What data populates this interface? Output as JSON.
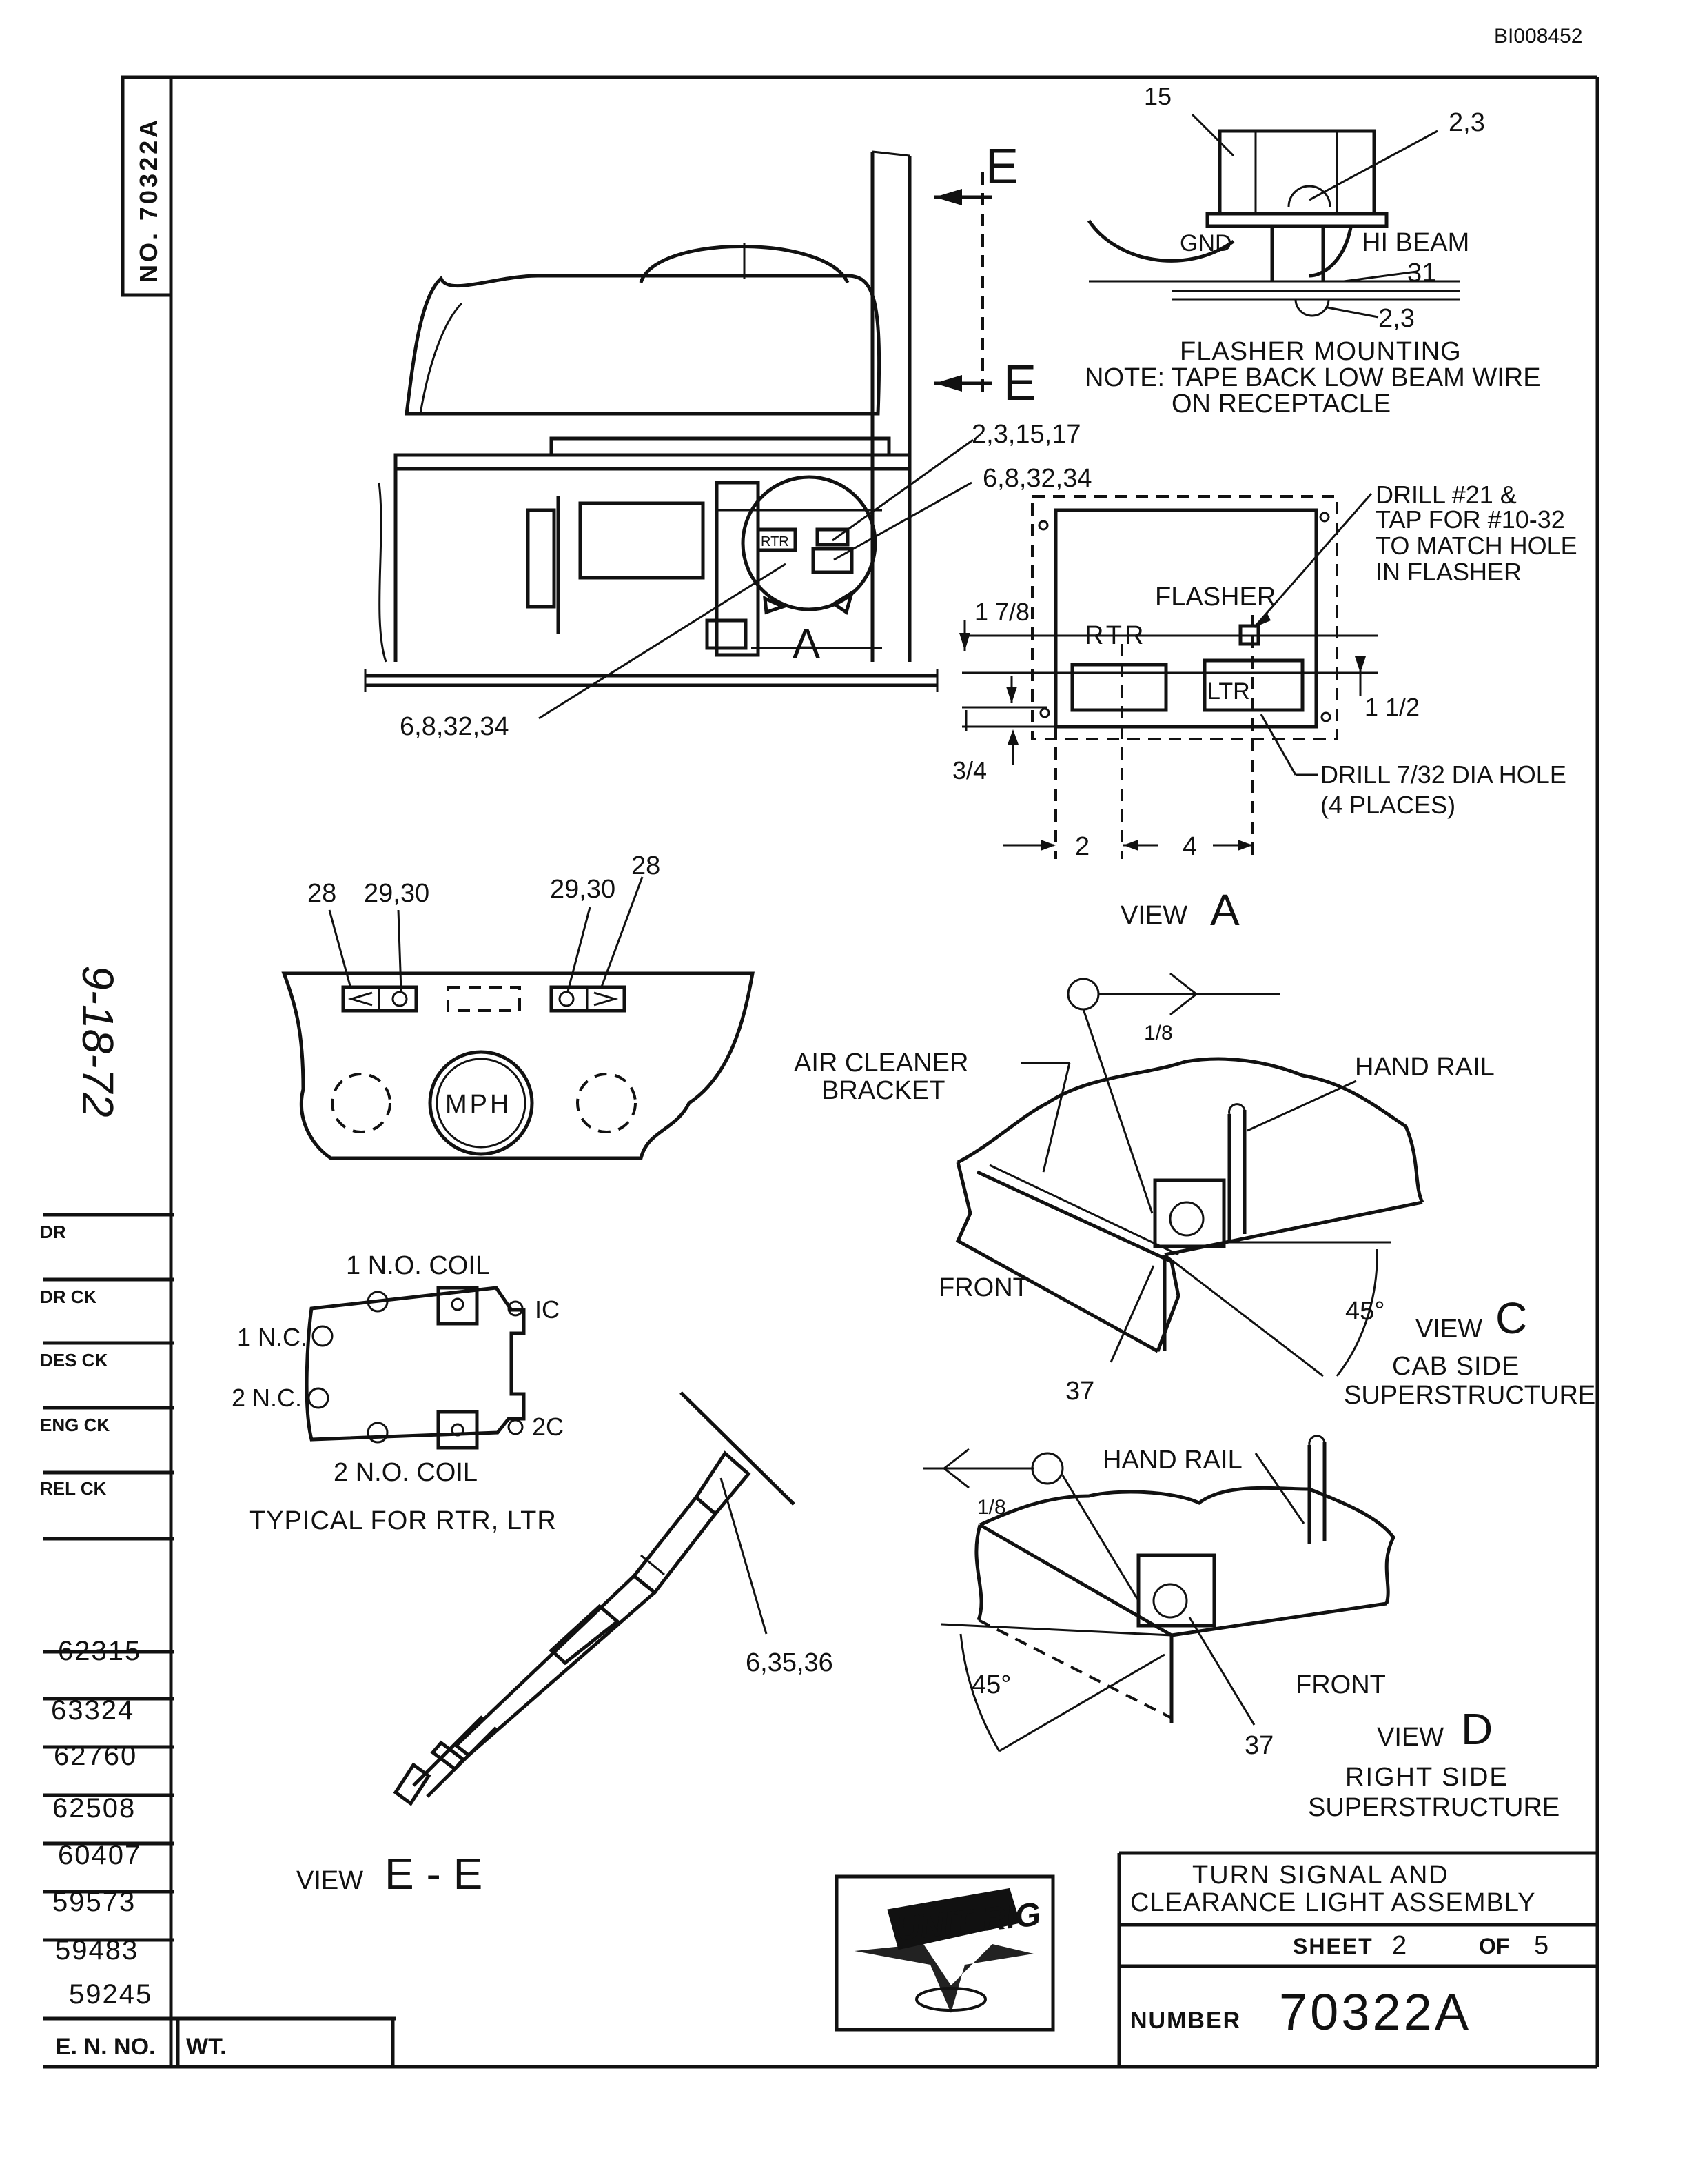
{
  "doc_id": "BI008452",
  "side_number": "NO. 70322A",
  "handwritten_date": "9-18-72",
  "title_block": {
    "title_line1": "TURN SIGNAL AND",
    "title_line2": "CLEARANCE LIGHT ASSEMBLY",
    "sheet_label": "SHEET",
    "sheet_num": "2",
    "of_label": "OF",
    "sheet_total": "5",
    "number_label": "NUMBER",
    "number": "70322A",
    "logo_text": "UNIT RIG"
  },
  "check_block": {
    "rows": [
      "DR",
      "DR CK",
      "DES CK",
      "ENG CK",
      "REL CK"
    ],
    "en_numbers": [
      "62315",
      "63324",
      "62760",
      "62508",
      "60407",
      "59573",
      "59483",
      "59245"
    ],
    "en_label": "E. N. NO.",
    "wt_label": "WT."
  },
  "flasher_mounting": {
    "callout_15": "15",
    "callout_23a": "2,3",
    "gnd": "GND",
    "hi_beam": "HI BEAM",
    "callout_31": "31",
    "callout_23b": "2,3",
    "title": "FLASHER MOUNTING",
    "note1": "NOTE: TAPE BACK LOW BEAM WIRE",
    "note2": "ON RECEPTACLE"
  },
  "cab_view": {
    "section_e1": "E",
    "section_e2": "E",
    "callout_2_3_15_17": "2,3,15,17",
    "callout_6_8_32_34a": "6,8,32,34",
    "callout_6_8_32_34b": "6,8,32,34",
    "rtr": "RTR",
    "view_marker": "A"
  },
  "view_a": {
    "drill21_1": "DRILL #21 &",
    "drill21_2": "TAP FOR #10-32",
    "drill21_3": "TO MATCH HOLE",
    "drill21_4": "IN FLASHER",
    "flasher": "FLASHER",
    "rtr": "RTR",
    "ltr": "LTR",
    "dim_1_7_8": "1 7/8",
    "dim_1_1_2": "1 1/2",
    "dim_3_4": "3/4",
    "dim_2": "2",
    "dim_4": "4",
    "drill732_1": "DRILL 7/32 DIA HOLE",
    "drill732_2": "(4 PLACES)",
    "view_label": "VIEW",
    "view_letter": "A"
  },
  "dash_panel": {
    "c28a": "28",
    "c2930a": "29,30",
    "c2930b": "29,30",
    "c28b": "28",
    "mph": "MPH"
  },
  "relay": {
    "no1": "1 N.O. COIL",
    "nc1": "1 N.C.",
    "nc2": "2 N.C.",
    "ic": "IC",
    "c2": "2C",
    "no2": "2 N.O. COIL",
    "typical": "TYPICAL FOR RTR, LTR"
  },
  "view_ee": {
    "callout": "6,35,36",
    "label": "VIEW",
    "letters": "E - E"
  },
  "view_c": {
    "eighth": "1/8",
    "air_cleaner1": "AIR CLEANER",
    "air_cleaner2": "BRACKET",
    "hand_rail": "HAND RAIL",
    "front": "FRONT",
    "angle": "45°",
    "callout_37": "37",
    "view_label": "VIEW",
    "view_letter": "C",
    "sub1": "CAB SIDE",
    "sub2": "SUPERSTRUCTURE"
  },
  "view_d": {
    "eighth": "1/8",
    "hand_rail": "HAND RAIL",
    "angle": "45°",
    "front": "FRONT",
    "callout_37": "37",
    "view_label": "VIEW",
    "view_letter": "D",
    "sub1": "RIGHT SIDE",
    "sub2": "SUPERSTRUCTURE"
  }
}
